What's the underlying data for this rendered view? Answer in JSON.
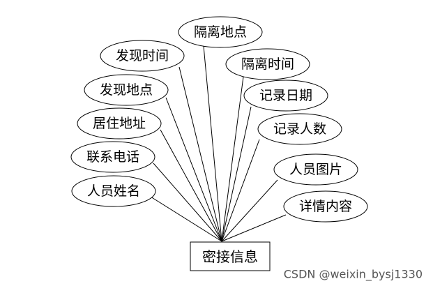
{
  "diagram": {
    "entity": {
      "label": "密接信息"
    },
    "attributes": [
      {
        "id": "ge-li-di-dian",
        "label": "隔离地点"
      },
      {
        "id": "fa-xian-shi-jian",
        "label": "发现时间"
      },
      {
        "id": "ge-li-shi-jian",
        "label": "隔离时间"
      },
      {
        "id": "fa-xian-di-dian",
        "label": "发现地点"
      },
      {
        "id": "ji-lu-ri-qi",
        "label": "记录日期"
      },
      {
        "id": "ju-zhu-di-zhi",
        "label": "居住地址"
      },
      {
        "id": "ji-lu-ren-shu",
        "label": "记录人数"
      },
      {
        "id": "lian-xi-dian-hua",
        "label": "联系电话"
      },
      {
        "id": "ren-yuan-tu-pian",
        "label": "人员图片"
      },
      {
        "id": "ren-yuan-xing-ming",
        "label": "人员姓名"
      },
      {
        "id": "xiang-qing-nei-rong",
        "label": "详情内容"
      }
    ]
  },
  "watermark": {
    "text": "CSDN @weixin_bysj1330"
  }
}
